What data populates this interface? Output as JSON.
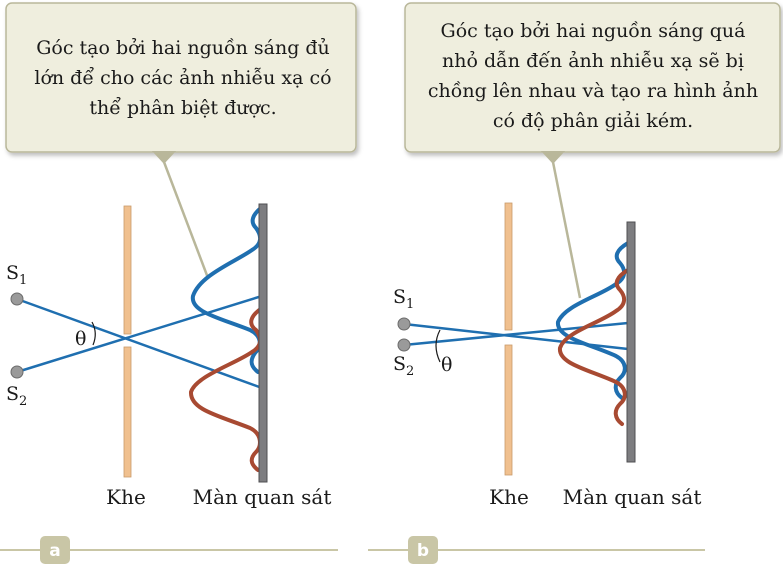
{
  "panel_a": {
    "callout_lines": [
      "Góc tạo bởi hai nguồn sáng đủ",
      "lớn để cho các ảnh nhiễu xạ có",
      "thể phân biệt được."
    ],
    "source1": "S",
    "source1_sub": "1",
    "source2": "S",
    "source2_sub": "2",
    "angle": "θ",
    "slit_label": "Khe",
    "screen_label": "Màn quan sát",
    "badge": "a"
  },
  "panel_b": {
    "callout_lines": [
      "Góc tạo bởi hai nguồn sáng quá",
      "nhỏ dẫn đến ảnh nhiễu xạ sẽ bị",
      "chồng lên nhau và tạo ra hình ảnh",
      "có độ phân giải kém."
    ],
    "source1": "S",
    "source1_sub": "1",
    "source2": "S",
    "source2_sub": "2",
    "angle": "θ",
    "slit_label": "Khe",
    "screen_label": "Màn quan sát",
    "badge": "b"
  },
  "colors": {
    "callout_fill": "#efeede",
    "callout_stroke": "#b9b79a",
    "slit": "#f0c08f",
    "screen": "#7d7d80",
    "ray": "#1f6fb0",
    "wave_blue": "#1f6fb0",
    "wave_red": "#a84a32",
    "badge": "#c9c6a6",
    "source_dot": "#9a9a9a"
  }
}
